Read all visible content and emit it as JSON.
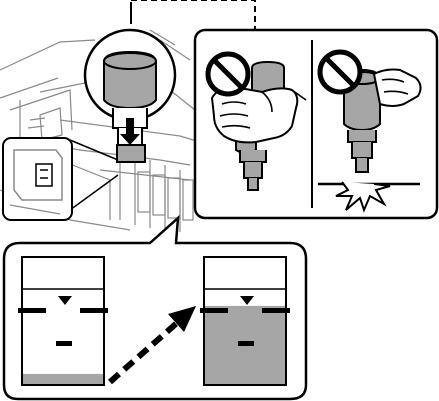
{
  "illustration": {
    "subject": "ink-bottle-refill-instructions",
    "panels": [
      {
        "id": "printer-tank-insertion",
        "icons": [
          "ink-bottle-icon",
          "down-arrow-icon",
          "magnifier-circle-icon"
        ]
      },
      {
        "id": "dont-squeeze-bottle",
        "icons": [
          "prohibited-icon",
          "hand-icon",
          "ink-bottle-icon"
        ]
      },
      {
        "id": "dont-strike-bottle",
        "icons": [
          "prohibited-icon",
          "hand-icon",
          "ink-bottle-icon",
          "impact-burst-icon"
        ]
      },
      {
        "id": "ink-level-before",
        "icons": [
          "upper-line-marker-icon"
        ],
        "fill_fraction": 0.08
      },
      {
        "id": "ink-level-after",
        "icons": [
          "upper-line-marker-icon"
        ],
        "fill_fraction": 0.62
      }
    ],
    "colors": {
      "ink_gray": "#a6a6a6",
      "outline": "#000000",
      "printer_line": "#8a8a8a",
      "background": "#ffffff"
    }
  }
}
